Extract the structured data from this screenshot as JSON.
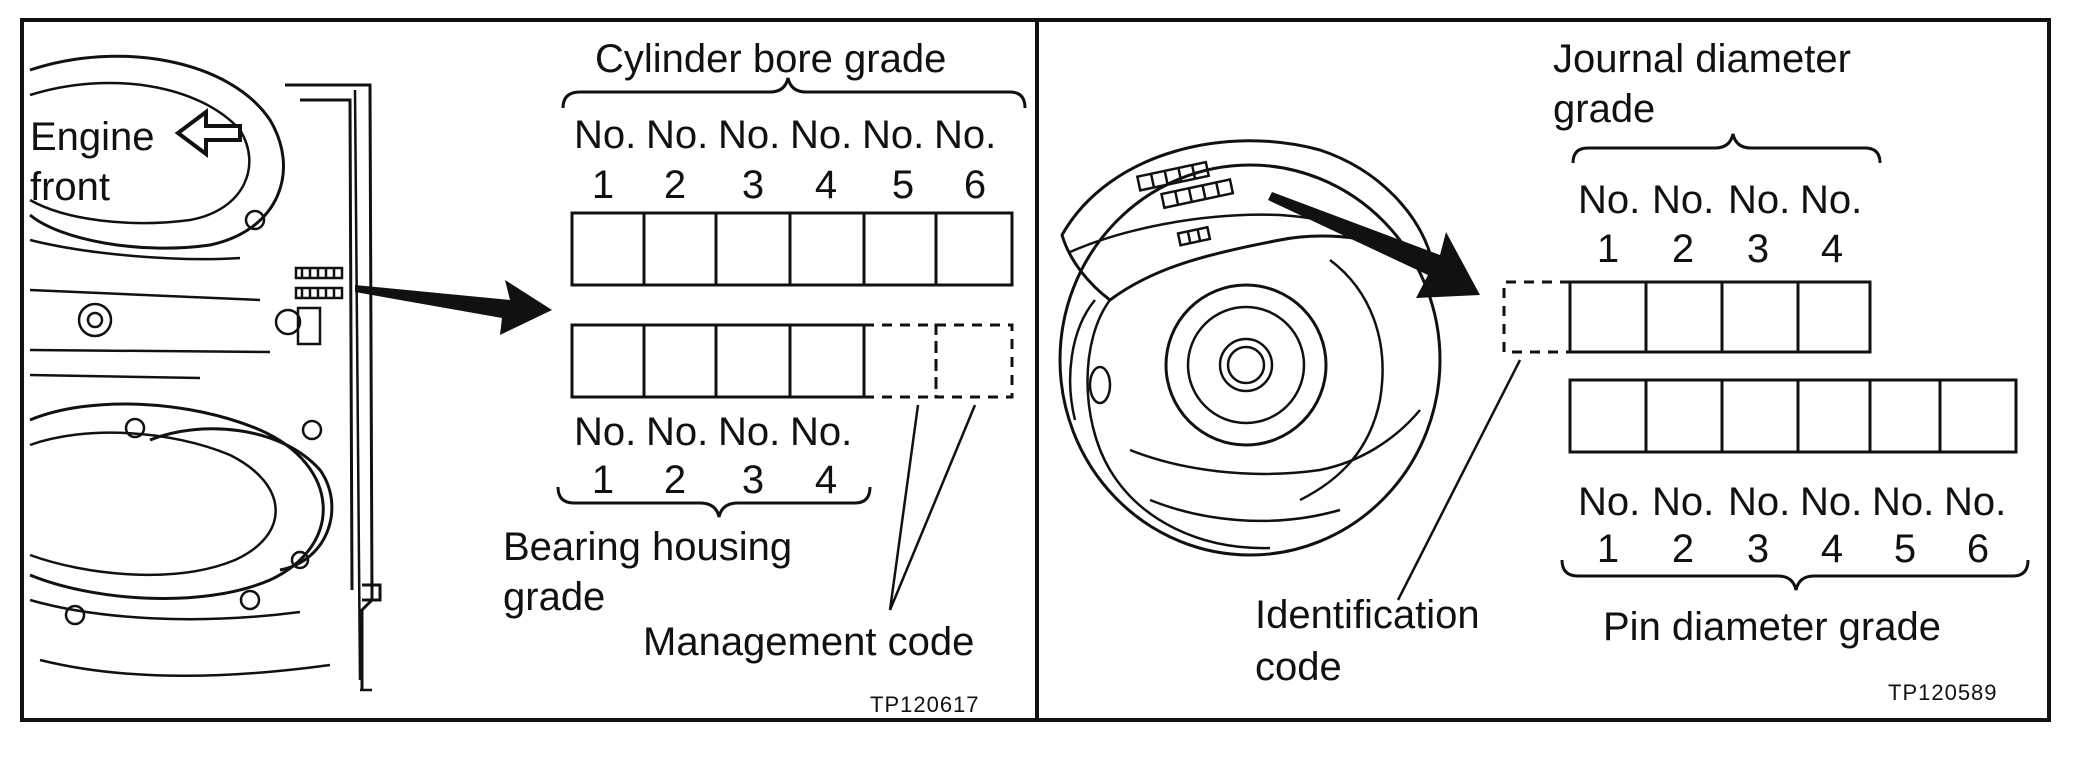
{
  "left_panel": {
    "engine_front_label": [
      "Engine",
      "front"
    ],
    "cylinder_bore_grade_label": "Cylinder bore grade",
    "cylinder_columns": [
      {
        "no": "No.",
        "num": "1"
      },
      {
        "no": "No.",
        "num": "2"
      },
      {
        "no": "No.",
        "num": "3"
      },
      {
        "no": "No.",
        "num": "4"
      },
      {
        "no": "No.",
        "num": "5"
      },
      {
        "no": "No.",
        "num": "6"
      }
    ],
    "bearing_columns": [
      {
        "no": "No.",
        "num": "1"
      },
      {
        "no": "No.",
        "num": "2"
      },
      {
        "no": "No.",
        "num": "3"
      },
      {
        "no": "No.",
        "num": "4"
      }
    ],
    "bearing_housing_grade_label": [
      "Bearing housing",
      "grade"
    ],
    "management_code_label": "Management code",
    "figure_code": "TP120617"
  },
  "right_panel": {
    "journal_diameter_grade_label": [
      "Journal diameter",
      "grade"
    ],
    "journal_columns": [
      {
        "no": "No.",
        "num": "1"
      },
      {
        "no": "No.",
        "num": "2"
      },
      {
        "no": "No.",
        "num": "3"
      },
      {
        "no": "No.",
        "num": "4"
      }
    ],
    "pin_columns": [
      {
        "no": "No.",
        "num": "1"
      },
      {
        "no": "No.",
        "num": "2"
      },
      {
        "no": "No.",
        "num": "3"
      },
      {
        "no": "No.",
        "num": "4"
      },
      {
        "no": "No.",
        "num": "5"
      },
      {
        "no": "No.",
        "num": "6"
      }
    ],
    "pin_diameter_grade_label": "Pin diameter grade",
    "identification_code_label": [
      "Identification",
      "code"
    ],
    "figure_code": "TP120589"
  }
}
